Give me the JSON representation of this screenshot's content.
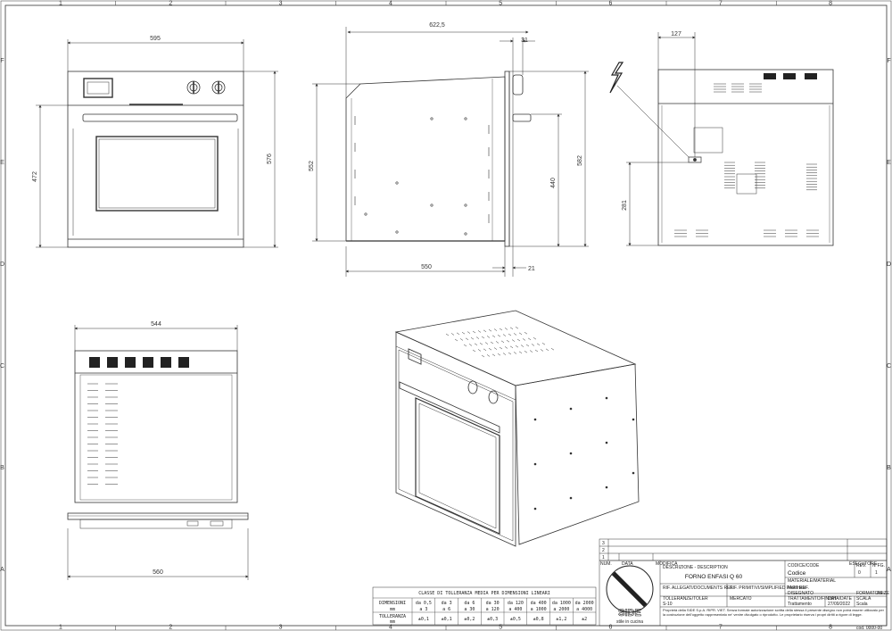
{
  "grid": {
    "columns": [
      "1",
      "2",
      "3",
      "4",
      "5",
      "6",
      "7",
      "8"
    ],
    "rows": [
      "F",
      "E",
      "D",
      "C",
      "B",
      "A"
    ]
  },
  "dimensions": {
    "front_width": "595",
    "front_height": "576",
    "front_door_height": "472",
    "side_depth_total": "622,5",
    "side_knob": "31",
    "side_height": "552",
    "side_rear_height": "582",
    "side_mid_height": "440",
    "side_body_depth": "550",
    "side_front_offset": "21",
    "rear_offset": "127",
    "rear_height": "281",
    "top_width": "544",
    "top_base_width": "560"
  },
  "tolerance": {
    "title": "CLASSE DI TOLLERANZA MEDIA PER DIMENSIONI LINEARI",
    "row1_label": "DIMENSIONI",
    "row1_unit": "mm",
    "row2_label": "TOLLERANZA",
    "row2_unit": "mm",
    "ranges": [
      {
        "a": "da 0,5",
        "b": "a 3",
        "t": "±0,1"
      },
      {
        "a": "da 3",
        "b": "a 6",
        "t": "±0,1"
      },
      {
        "a": "da 6",
        "b": "a 30",
        "t": "±0,2"
      },
      {
        "a": "da 30",
        "b": "a 120",
        "t": "±0,3"
      },
      {
        "a": "da 120",
        "b": "a 400",
        "t": "±0,5"
      },
      {
        "a": "da 400",
        "b": "a 1000",
        "t": "±0,8"
      },
      {
        "a": "da 1000",
        "b": "a 2000",
        "t": "±1,2"
      },
      {
        "a": "da 2000",
        "b": "a 4000",
        "t": "±2"
      }
    ]
  },
  "title_block": {
    "rev_rows": [
      "3",
      "2",
      "1"
    ],
    "col_num": "NUM.",
    "col_data": "DATA",
    "col_modifica": "MODIFICA",
    "col_esecutore": "ESECUTORE",
    "descrizione_label": "DESCRIZIONE - DESCRIPTION",
    "descrizione": "FORNO ENFASI Q 60",
    "codice_label": "CODICE/CODE",
    "codice": "Codice",
    "rev_label": "REV.",
    "rev_value": "0",
    "foglio_label": "N°FG.",
    "foglio_value": "1",
    "materiale_label": "MATERIALE/MATERIAL",
    "materiale": "Materiale",
    "trattamento_label": "TRATTAMENTO/FINISH",
    "trattamento": "Trattamento",
    "rif1_label": "RIF. ALLEGATI/DOCUMENTS REF.",
    "rif2_label": "RIF. PRIMITIVI/SIMPLIFIED PART REF.",
    "tolleranze_label": "TOLLERANZE/TOLER",
    "tolleranze": "S-10",
    "mercato_label": "MERCATO",
    "disegnato_label": "DISEGNATO",
    "data_label": "DATA/DATE",
    "data": "27/09/2022",
    "scala_label": "SCALA",
    "scala": "Scala",
    "formato_label": "FORMATO/SIZE",
    "formato": "A4",
    "legal": "Proprietà della SIDE S.p.A. RIPR. VIET. Senza formale autorizzazione scritta della stessa il presente disegno non potrà essere utilizzato per la costruzione dell'oggetto rappresentato ne' venire divulgato o riprodotto. Le proprietario riserva i propri diritti a rigore di legge.",
    "brand": "stile in cucina",
    "corner_code": "cod. 0000-00"
  }
}
